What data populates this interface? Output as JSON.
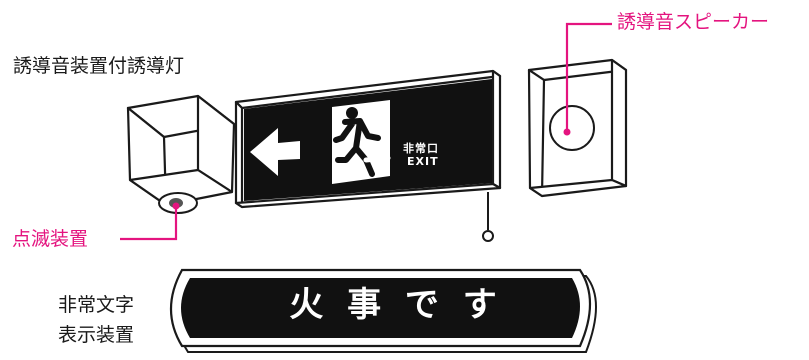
{
  "labels": {
    "main_device": "誘導音装置付誘導灯",
    "speaker": "誘導音スピーカー",
    "flash": "点滅装置",
    "text_display_line1": "非常文字",
    "text_display_line2": "表示装置"
  },
  "exit_sign": {
    "jp": "非常口",
    "en": "EXIT"
  },
  "fire_display": {
    "text": "火 事 で す"
  },
  "colors": {
    "accent": "#e4147f",
    "ink": "#1a1a1a",
    "sign_panel": "#111111"
  }
}
